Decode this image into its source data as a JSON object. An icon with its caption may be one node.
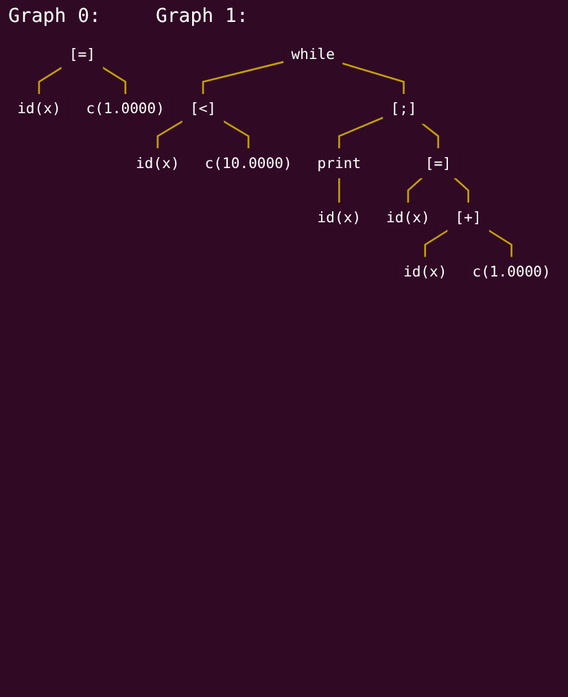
{
  "diagram": {
    "nodes": [
      {
        "text": [
          "[=]"
        ]
      },
      {
        "text": [
          "id(x)"
        ]
      },
      {
        "text": [
          "c(1.0000)"
        ]
      },
      {
        "text": [
          "while"
        ]
      },
      {
        "text": [
          "[<]"
        ]
      },
      {
        "text": [
          "[;]"
        ]
      },
      {
        "text": [
          "id(x)"
        ]
      },
      {
        "text": [
          "c(10.0000)"
        ]
      },
      {
        "text": [
          "print"
        ]
      },
      {
        "text": [
          "[=]"
        ]
      },
      {
        "text": [
          "id(x)"
        ]
      },
      {
        "text": [
          "id(x)"
        ]
      },
      {
        "text": [
          "[+]"
        ]
      },
      {
        "text": [
          "id(x)"
        ]
      },
      {
        "text": [
          "c(1.0000)"
        ]
      }
    ],
    "edges": [
      {
        "from": 0,
        "to": 1,
        "arrow": "none"
      },
      {
        "from": 0,
        "to": 2,
        "arrow": "none"
      },
      {
        "from": 3,
        "to": 4,
        "arrow": "none"
      },
      {
        "from": 3,
        "to": 5,
        "arrow": "none"
      },
      {
        "from": 4,
        "to": 6,
        "arrow": "none"
      },
      {
        "from": 4,
        "to": 7,
        "arrow": "none"
      },
      {
        "from": 5,
        "to": 8,
        "arrow": "none"
      },
      {
        "from": 5,
        "to": 9,
        "arrow": "none"
      },
      {
        "from": 8,
        "to": 10,
        "arrow": "none"
      },
      {
        "from": 9,
        "to": 11,
        "arrow": "none"
      },
      {
        "from": 9,
        "to": 12,
        "arrow": "none"
      },
      {
        "from": 12,
        "to": 13,
        "arrow": "none"
      },
      {
        "from": 12,
        "to": 14,
        "arrow": "none"
      }
    ],
    "labels": [
      "Graph 0:",
      "Graph 1:"
    ]
  }
}
